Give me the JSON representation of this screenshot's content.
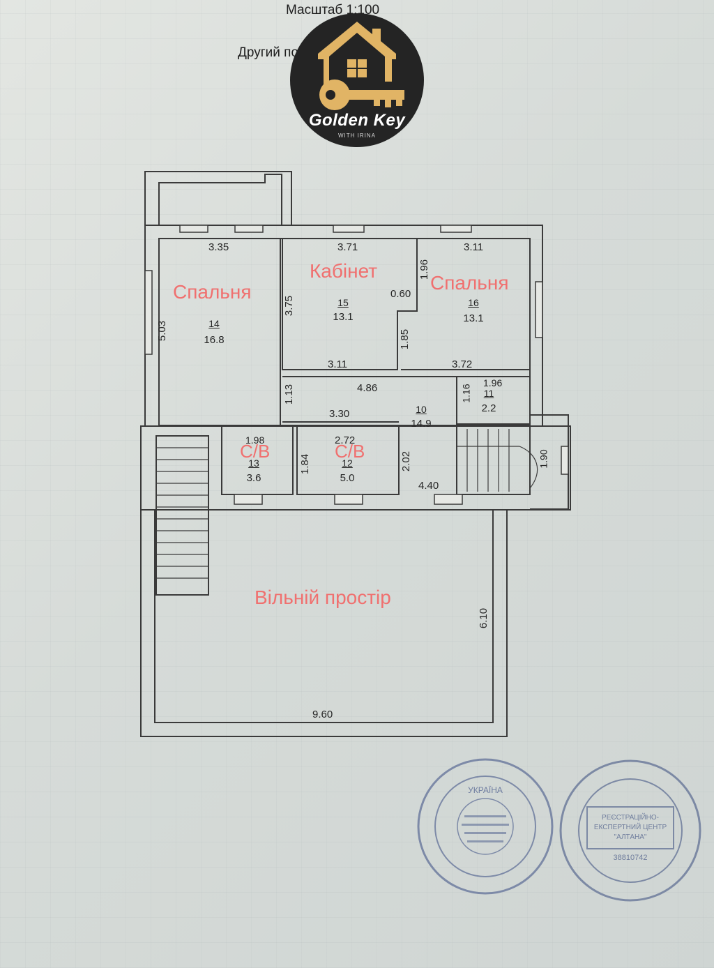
{
  "header": {
    "scale": "Масштаб 1:100",
    "floor": "Другий поверх л. \"А\""
  },
  "logo": {
    "title": "Golden Key",
    "subtitle": "WITH IRINA",
    "icon": "house-key-icon"
  },
  "rooms": [
    {
      "name": "Спальня",
      "number": "14",
      "area": "16.8"
    },
    {
      "name": "Кабінет",
      "number": "15",
      "area": "13.1"
    },
    {
      "name": "Спальня",
      "number": "16",
      "area": "13.1"
    },
    {
      "name": "",
      "number": "10",
      "area": "14.9"
    },
    {
      "name": "",
      "number": "11",
      "area": "2.2"
    },
    {
      "name": "С/В",
      "number": "12",
      "area": "5.0"
    },
    {
      "name": "С/В",
      "number": "13",
      "area": "3.6"
    },
    {
      "name": "Вільній простір",
      "number": "",
      "area": ""
    }
  ],
  "dimensions": [
    "3.35",
    "3.71",
    "3.11",
    "1.96",
    "0.60",
    "3.75",
    "5.03",
    "1.85",
    "3.11",
    "3.72",
    "4.86",
    "1.96",
    "1.13",
    "1.16",
    "3.30",
    "1.98",
    "2.72",
    "1.84",
    "2.02",
    "1.90",
    "4.40",
    "6.10",
    "9.60"
  ],
  "stamps": [
    {
      "text": "УКРАЇНА",
      "color": "#6f7da0"
    },
    {
      "text": "РЕЄСТРАЦІЙНО-ЕКСПЕРТНИЙ ЦЕНТР \"АЛТАНА\"",
      "code": "38810742",
      "color": "#6e7c9c"
    }
  ],
  "colors": {
    "room_label": "#f0706f",
    "logo_bg": "#242424",
    "logo_gold": "#e1b465"
  }
}
